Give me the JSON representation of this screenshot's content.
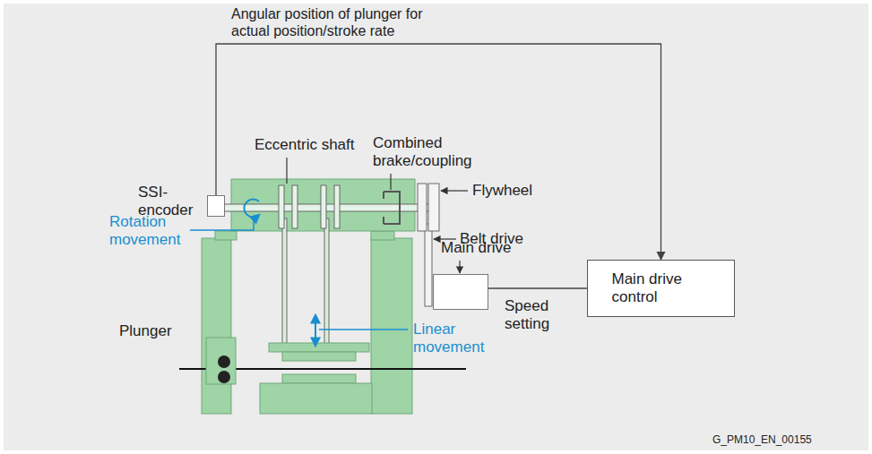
{
  "diagram": {
    "nodes": [
      {
        "text": [
          "SSI-encoder"
        ]
      },
      {
        "text": [
          "Main drive"
        ]
      },
      {
        "text": [
          "Main drive control"
        ]
      }
    ],
    "edges": [
      {
        "from": 0,
        "to": 2,
        "arrow": "to",
        "label": "Angular position of plunger for actual position/stroke rate"
      },
      {
        "from": 2,
        "to": 1,
        "arrow": "none",
        "label": "Speed setting"
      }
    ],
    "labels": [
      "Eccentric shaft",
      "Combined brake/coupling",
      "Rotation movement",
      "Flywheel",
      "Belt drive",
      "Linear movement",
      "Plunger",
      "G_PM10_EN_00155"
    ]
  }
}
